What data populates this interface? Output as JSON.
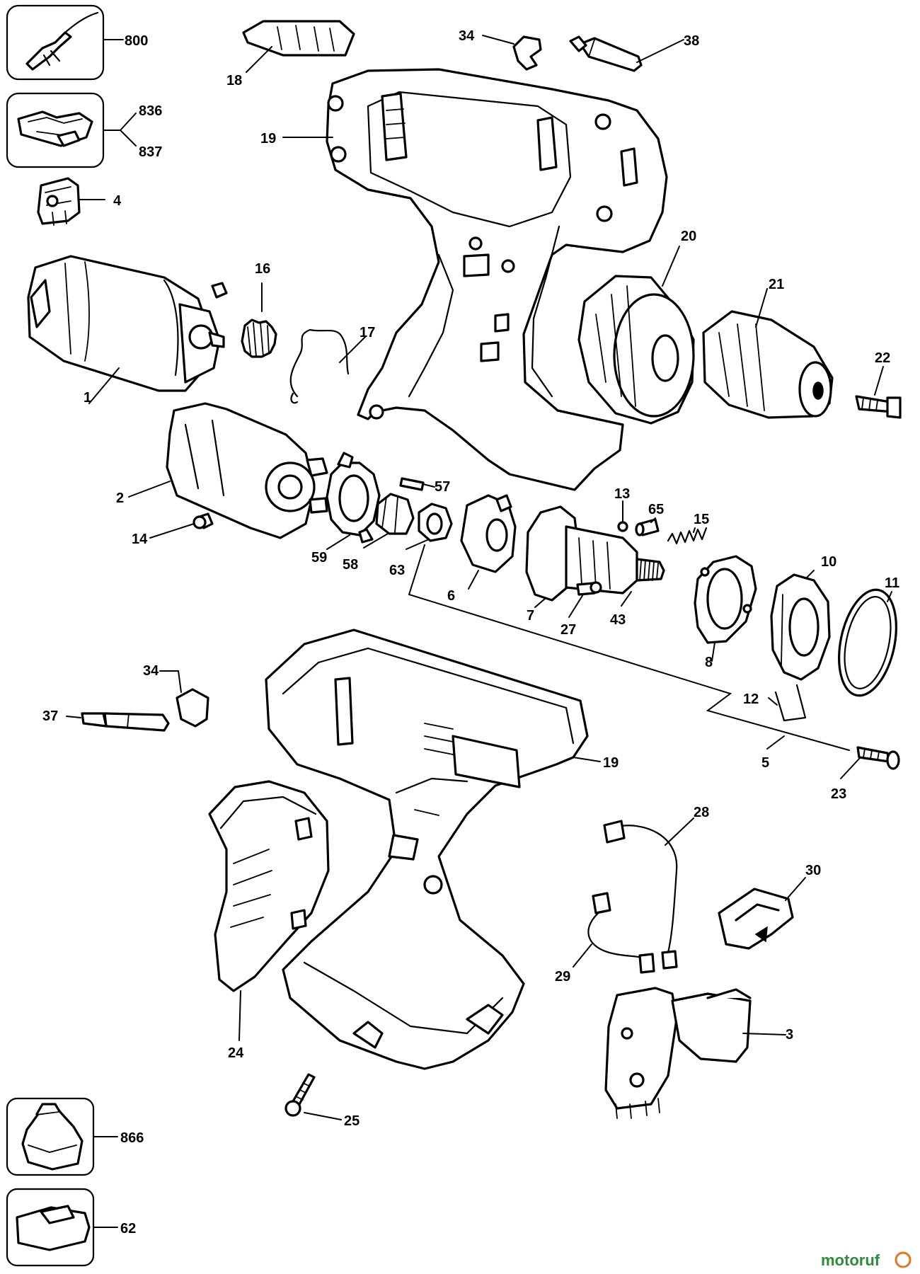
{
  "labels": {
    "p800": "800",
    "p836": "836",
    "p837": "837",
    "p4": "4",
    "p1": "1",
    "p16": "16",
    "p17": "17",
    "p18": "18",
    "p19a": "19",
    "p34a": "34",
    "p38": "38",
    "p20": "20",
    "p21": "21",
    "p22": "22",
    "p2": "2",
    "p14": "14",
    "p57": "57",
    "p59": "59",
    "p58": "58",
    "p63": "63",
    "p6": "6",
    "p7": "7",
    "p13": "13",
    "p65": "65",
    "p15": "15",
    "p27": "27",
    "p43": "43",
    "p8": "8",
    "p10": "10",
    "p11": "11",
    "p12": "12",
    "p5": "5",
    "p23": "23",
    "p34b": "34",
    "p37": "37",
    "p19b": "19",
    "p28": "28",
    "p30": "30",
    "p29": "29",
    "p3": "3",
    "p24": "24",
    "p25": "25",
    "p866": "866",
    "p62": "62"
  },
  "watermark": "motoruf",
  "colors": {
    "line": "#000000",
    "paper": "#ffffff",
    "watermark_green": "#2e8b3a",
    "watermark_orange": "#e07a1f"
  }
}
